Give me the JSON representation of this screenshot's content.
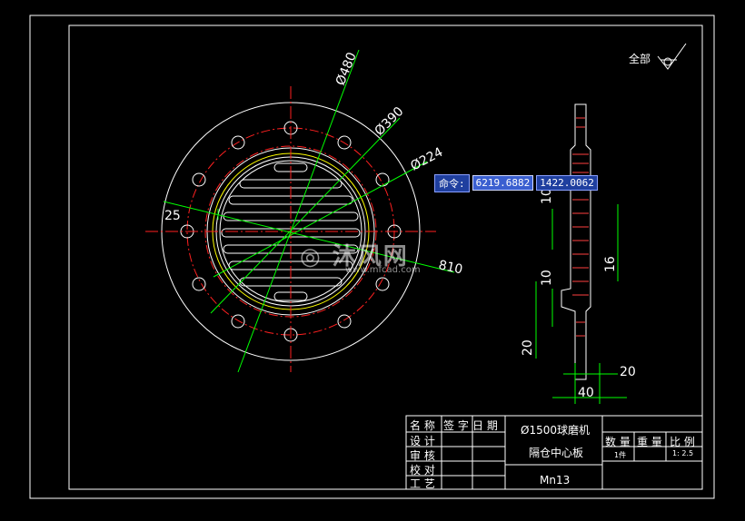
{
  "app": {
    "type": "CAD drawing view",
    "background_color": "#000000"
  },
  "drawing": {
    "finish_symbol_text": "全部",
    "front_view_dims": [
      "Ø480",
      "Ø390",
      "Ø224",
      "25",
      "810"
    ],
    "side_view_dims": [
      "10",
      "16",
      "10",
      "20",
      "20",
      "40"
    ]
  },
  "command_line": {
    "label": "命令:",
    "value_x": "6219.6882",
    "value_y": "1422.0062"
  },
  "watermark": {
    "brand": "沐风网",
    "url": "www.mfcad.com"
  },
  "title_block": {
    "headers": {
      "name": "名 称",
      "sign": "签 字",
      "date": "日 期"
    },
    "rows": [
      "设 计",
      "审 核",
      "校 对",
      "工 艺"
    ],
    "part_title_1": "Ø1500球磨机",
    "part_title_2": "隔仓中心板",
    "material": "Mn13",
    "props_header": {
      "qty": "数 量",
      "weight": "重 量",
      "scale": "比 例"
    },
    "props_values": {
      "qty": "1件",
      "scale": "1: 2.5"
    }
  },
  "colors": {
    "line_white": "#ffffff",
    "dim_green": "#00ff00",
    "center_red": "#ff2020",
    "yellow": "#ffff00",
    "cmd_blue": "#1f3f9f"
  }
}
